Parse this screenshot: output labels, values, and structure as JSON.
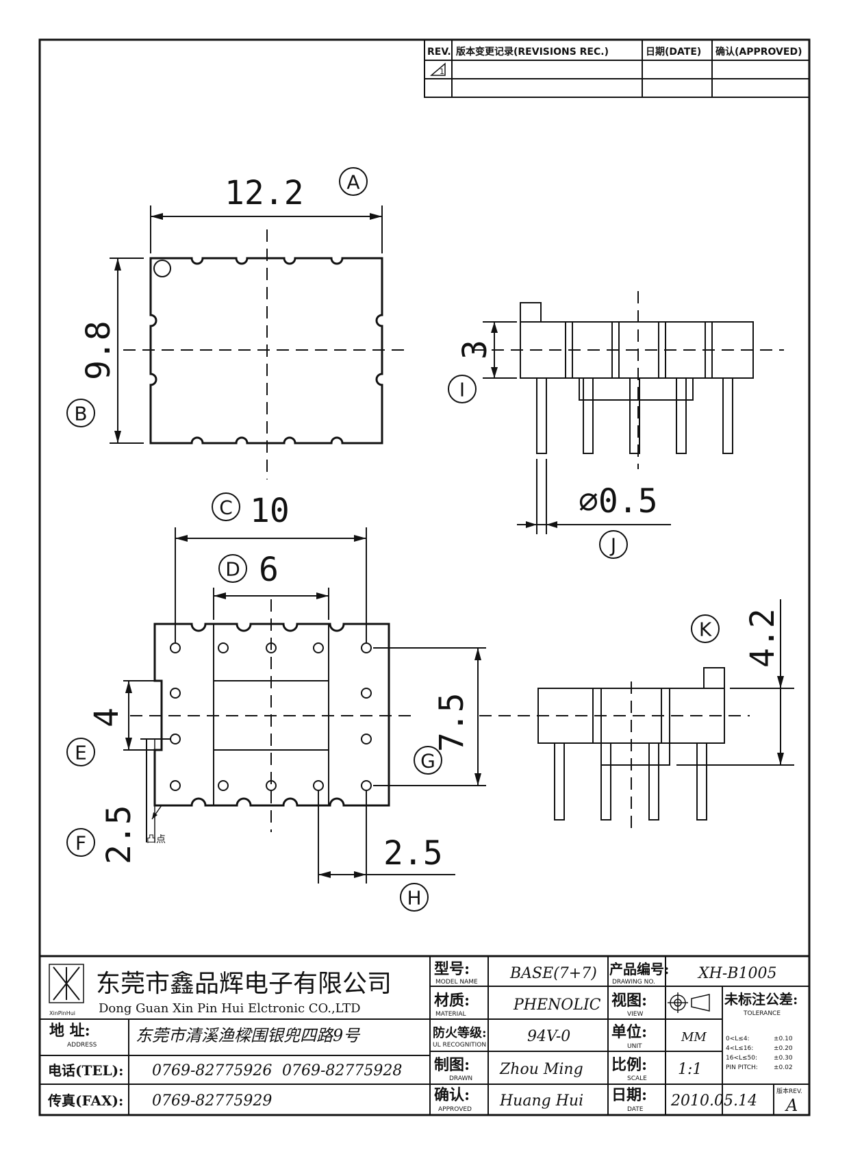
{
  "revision_table": {
    "rev": "REV.",
    "rev_record": "版本变更记录(REVISIONS REC.)",
    "date": "日期(DATE)",
    "approved": "确认(APPROVED)",
    "mark": "1"
  },
  "dimensions": {
    "top_width": "12.2",
    "top_height": "9.8",
    "side_height": "3",
    "pin_dia": "⌀0.5",
    "pitch_outer": "10",
    "pitch_inner": "6",
    "row_spacing": "7.5",
    "mid_spacing": "4",
    "left_offset": "2.5",
    "pin_pitch": "2.5",
    "total_height": "4.2"
  },
  "labels": {
    "A": "A",
    "B": "B",
    "C": "C",
    "D": "D",
    "E": "E",
    "F": "F",
    "G": "G",
    "H": "H",
    "I": "I",
    "J": "J",
    "K": "K",
    "bump": "凸点"
  },
  "title_block": {
    "company_cn": "东莞市鑫品辉电子有限公司",
    "company_en": "Dong Guan Xin Pin Hui Elctronic CO.,LTD",
    "logo_text": "XinPinHui",
    "model_label": "型号:",
    "model_label_en": "MODEL NAME",
    "model_value": "BASE(7+7)",
    "drawing_no_label": "产品编号:",
    "drawing_no_label_en": "DRAWING NO.",
    "drawing_no_value": "XH-B1005",
    "material_label": "材质:",
    "material_label_en": "MATERIAL",
    "material_value": "PHENOLIC",
    "view_label": "视图:",
    "view_label_en": "VIEW",
    "tolerance_label": "未标注公差:",
    "tolerance_label_en": "TOLERANCE",
    "address_label": "地 址:",
    "address_label_en": "ADDRESS",
    "address_value": "东莞市清溪渔樑围银兜四路9号",
    "fire_label": "防火等级:",
    "fire_label_en": "UL RECOGNITION",
    "fire_value": "94V-0",
    "unit_label": "单位:",
    "unit_label_en": "UNIT",
    "unit_value": "MM",
    "tolerances": [
      {
        "range": "0<L≤4:",
        "value": "±0.10"
      },
      {
        "range": "4<L≤16:",
        "value": "±0.20"
      },
      {
        "range": "16<L≤50:",
        "value": "±0.30"
      },
      {
        "range": "PIN PITCH:",
        "value": "±0.02"
      }
    ],
    "tel_label": "电话(TEL):",
    "tel_value_1": "0769-82775926",
    "tel_value_2": "0769-82775928",
    "drawn_label": "制图:",
    "drawn_label_en": "DRAWN",
    "drawn_value": "Zhou Ming",
    "scale_label": "比例:",
    "scale_label_en": "SCALE",
    "scale_value": "1:1",
    "fax_label": "传真(FAX):",
    "fax_value": "0769-82775929",
    "approved_label": "确认:",
    "approved_label_en": "APPROVED",
    "approved_value": "Huang Hui",
    "date_label": "日期:",
    "date_label_en": "DATE",
    "date_value": "2010.05.14",
    "rev_label": "版本REV.",
    "rev_value": "A"
  }
}
